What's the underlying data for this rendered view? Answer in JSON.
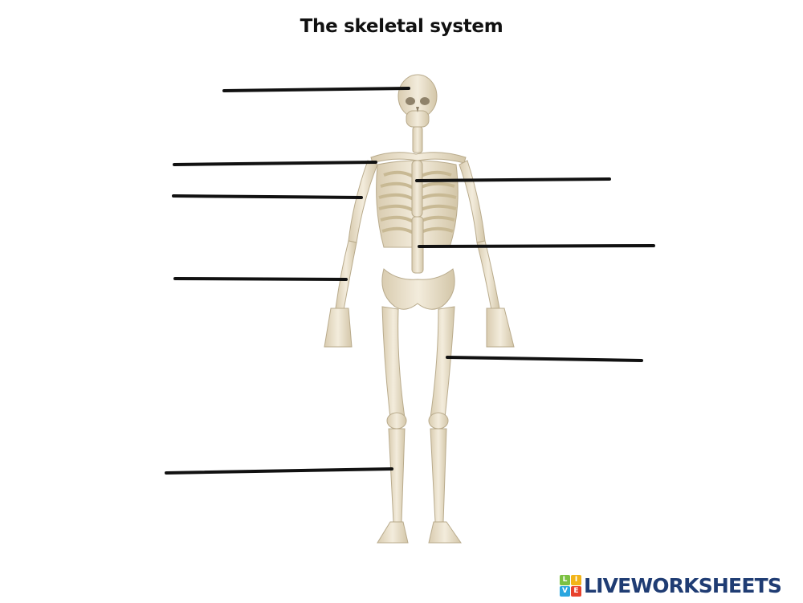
{
  "title": "The skeletal system",
  "logo": {
    "text": "LIVEWORKSHEETS",
    "tiles": [
      {
        "letter": "L",
        "color": "#7cc142"
      },
      {
        "letter": "I",
        "color": "#f2b418"
      },
      {
        "letter": "V",
        "color": "#2aa6df"
      },
      {
        "letter": "E",
        "color": "#e8412c"
      }
    ]
  },
  "labels": [
    {
      "id": "skull",
      "side": "left",
      "answer": ""
    },
    {
      "id": "clavicle",
      "side": "left",
      "answer": ""
    },
    {
      "id": "humerus",
      "side": "left",
      "answer": ""
    },
    {
      "id": "radius-ulna",
      "side": "left",
      "answer": ""
    },
    {
      "id": "tibia-fibula",
      "side": "left",
      "answer": ""
    },
    {
      "id": "sternum",
      "side": "right",
      "answer": ""
    },
    {
      "id": "spine",
      "side": "right",
      "answer": ""
    },
    {
      "id": "femur",
      "side": "right",
      "answer": ""
    }
  ],
  "colors": {
    "bone": "#efe6d2",
    "bone_shade": "#d8ccb0",
    "bone_outline": "#b9ab8c",
    "leader_line": "#111111"
  }
}
